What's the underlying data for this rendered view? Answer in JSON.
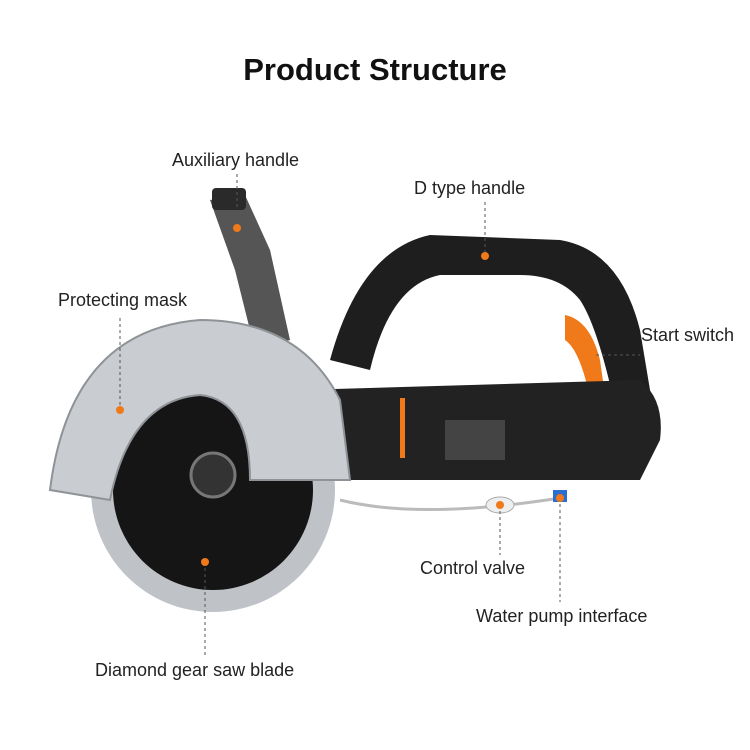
{
  "title": "Product Structure",
  "labels": {
    "auxiliary_handle": "Auxiliary handle",
    "d_type_handle": "D type handle",
    "protecting_mask": "Protecting mask",
    "start_switch": "Start switch",
    "control_valve": "Control valve",
    "water_pump_interface": "Water pump interface",
    "diamond_blade": "Diamond gear saw blade"
  },
  "colors": {
    "accent": "#f07a1a",
    "leader": "#555555",
    "body": "#1c1c1c",
    "guard": "#c9ccd0"
  }
}
